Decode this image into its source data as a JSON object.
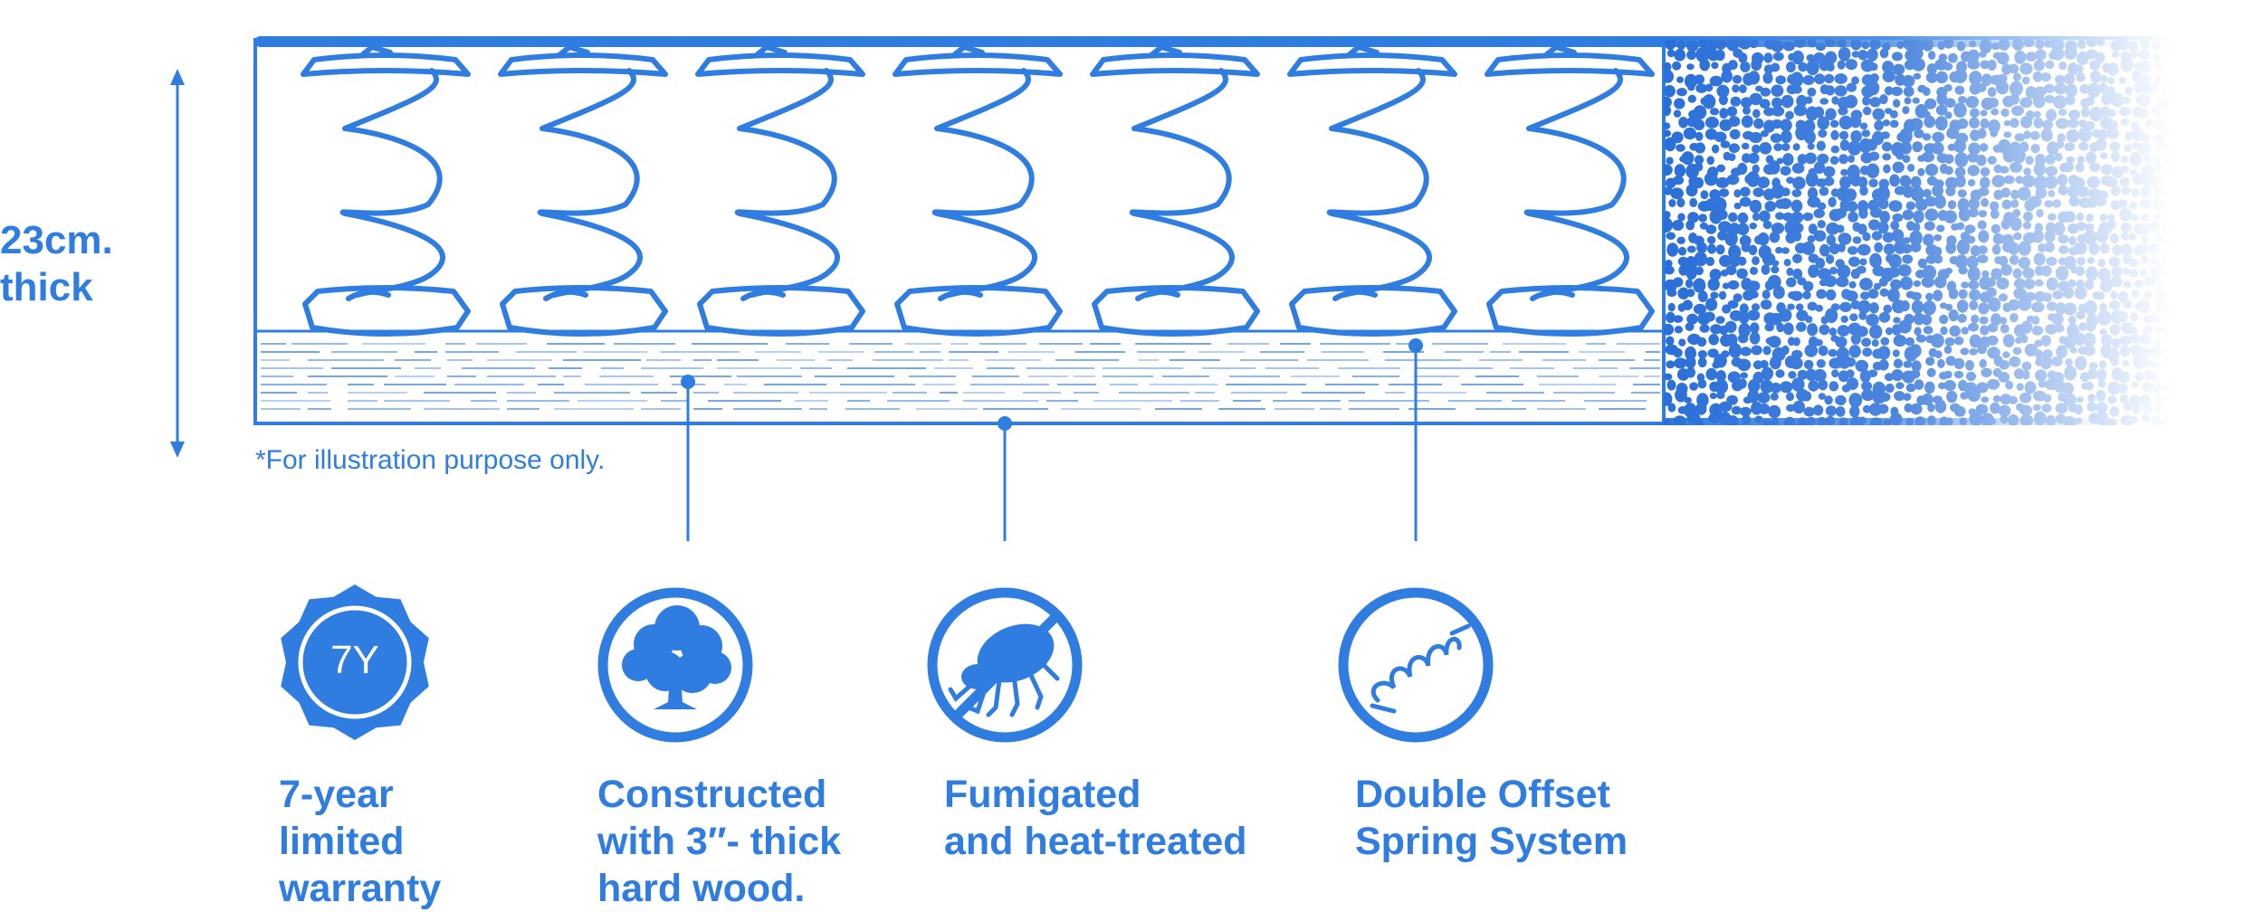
{
  "thickness": {
    "line1": "23cm.",
    "line2": "thick"
  },
  "note": "*For illustration purpose only.",
  "badge": {
    "text": "7Y"
  },
  "features": [
    {
      "lines": [
        "7-year",
        "limited",
        "warranty"
      ],
      "icon": "warranty-badge-icon"
    },
    {
      "lines": [
        "Constructed",
        "with 3″- thick",
        "hard wood."
      ],
      "icon": "tree-icon"
    },
    {
      "lines": [
        "Fumigated",
        "and heat-treated"
      ],
      "icon": "no-mite-icon"
    },
    {
      "lines": [
        "Double Offset",
        "Spring System"
      ],
      "icon": "spring-icon"
    }
  ],
  "colors": {
    "accent": "#2f7de1",
    "foam": "#2a6fd8",
    "white": "#ffffff"
  }
}
